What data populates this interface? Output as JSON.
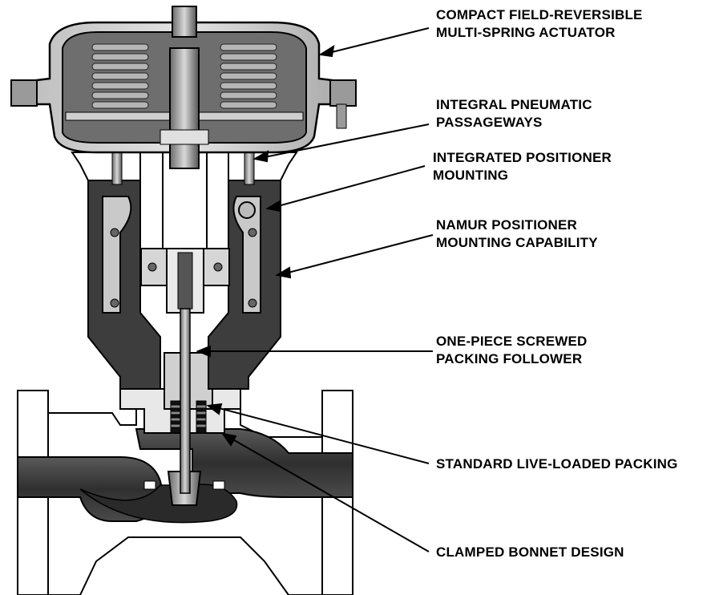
{
  "diagram": {
    "callouts": [
      {
        "id": "actuator",
        "lines": [
          "COMPACT FIELD-REVERSIBLE",
          "MULTI-SPRING ACTUATOR"
        ]
      },
      {
        "id": "passageways",
        "lines": [
          "INTEGRAL PNEUMATIC",
          "PASSAGEWAYS"
        ]
      },
      {
        "id": "positioner",
        "lines": [
          "INTEGRATED POSITIONER",
          "MOUNTING"
        ]
      },
      {
        "id": "namur",
        "lines": [
          "NAMUR POSITIONER",
          "MOUNTING CAPABILITY"
        ]
      },
      {
        "id": "follower",
        "lines": [
          "ONE-PIECE SCREWED",
          "PACKING FOLLOWER"
        ]
      },
      {
        "id": "packing",
        "lines": [
          "STANDARD LIVE-LOADED PACKING"
        ]
      },
      {
        "id": "bonnet",
        "lines": [
          "CLAMPED BONNET DESIGN"
        ]
      }
    ],
    "colors": {
      "ink": "#000000",
      "metal_dark": "#3a3a3a",
      "metal_mid": "#7a7a7a",
      "metal_light": "#c8c8c8",
      "spring": "#9a9a9a",
      "paper": "#ffffff"
    }
  }
}
